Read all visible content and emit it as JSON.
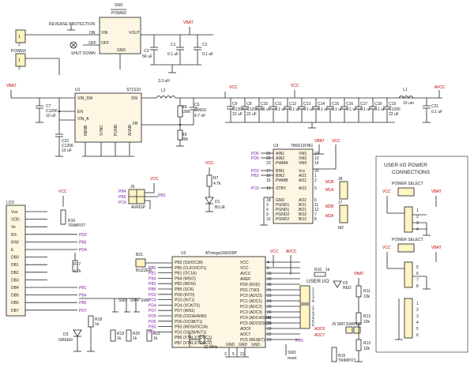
{
  "top": {
    "reverse_protection": "REVERSE PROTECTION",
    "power_connector": "POWER",
    "shut_down": "SHUT DOWN",
    "sw1": "SW1",
    "sw1_label": "POWER",
    "on": "ON",
    "off": "OFF",
    "vin": "VIN",
    "vout": "VOUT",
    "gnd": "GND",
    "vbat": "VBAT",
    "c3": "C3",
    "c3_val": "56 uF",
    "c1": "C1",
    "c1_val": "0.1 uF",
    "c2": "C2",
    "c2_val": "0.1 uF"
  },
  "regulator": {
    "name": "U1",
    "part": "ST1S10",
    "pins": [
      "VIN_SW",
      "EN",
      "VIN_A",
      "SW",
      "FB",
      "INHIB",
      "SYNC",
      "PGND",
      "AGND"
    ],
    "vbat": "VBAT",
    "c7": "C7",
    "c7_vals": [
      "C1206",
      "10 uF"
    ],
    "c22": "C22",
    "c22_vals": [
      "C1206",
      "10 uF"
    ],
    "inductor": "3.3 uH",
    "l2": "L2",
    "r8": "R8",
    "r8_val": "100k",
    "c6": "C6",
    "c6_val": "C0603",
    "c6_sub": "4.7 nF",
    "r9": "R9",
    "r9_val": "20k",
    "vcc": "VCC"
  },
  "rail": {
    "caps": [
      {
        "name": "C9",
        "vals": [
          "C1206",
          "22 uF"
        ]
      },
      {
        "name": "C8",
        "vals": [
          "C1206",
          "22 uF"
        ]
      },
      {
        "name": "C10",
        "vals": [
          "56 uF"
        ]
      },
      {
        "name": "C11",
        "vals": [
          "0.1 uF"
        ]
      },
      {
        "name": "C12",
        "vals": [
          "0.1 uF"
        ]
      },
      {
        "name": "C13",
        "vals": [
          "0.1 uF"
        ]
      },
      {
        "name": "C14",
        "vals": [
          "0.1 uF"
        ]
      },
      {
        "name": "C15",
        "vals": [
          "0.1 uF"
        ]
      },
      {
        "name": "C16",
        "vals": [
          "0.1 uF"
        ]
      },
      {
        "name": "C17",
        "vals": [
          "0.1 uF"
        ]
      },
      {
        "name": "C18",
        "vals": [
          "0.1 uF"
        ]
      },
      {
        "name": "C19",
        "vals": [
          "C1206",
          "22 uF"
        ]
      }
    ],
    "vcc": "VCC",
    "l1": "L1",
    "l1_val": "10 um",
    "avcc": "AVCC",
    "c21": "C21",
    "c21_val": "0.1 uF"
  },
  "motor_driver": {
    "name": "U3",
    "part": "TB6612FNG",
    "left_pins": [
      "AIN1",
      "AIN2",
      "PWMA",
      "BIN1",
      "BIN2",
      "PWMB",
      "STBY",
      "GND",
      "PGND1",
      "PGND1",
      "PGND2",
      "PGND2"
    ],
    "left_nums": [
      "21",
      "22",
      "23",
      "17",
      "16",
      "15",
      "19",
      "18",
      "3",
      "4",
      "9",
      "10"
    ],
    "left_nets": [
      "PD6",
      "PD5",
      "",
      "PD3",
      "PB3",
      "",
      "PC6"
    ],
    "right_pins": [
      "VM1",
      "VM2",
      "VM3",
      "Vcc",
      "AO1",
      "AO1",
      "AO2",
      "AO2",
      "BO1",
      "BO1",
      "BO2",
      "BO2"
    ],
    "right_nums": [
      "24",
      "13",
      "14",
      "20",
      "1",
      "2",
      "5",
      "6",
      "11",
      "12",
      "7",
      "8"
    ],
    "vbat": "VBAT",
    "vcc": "VCC",
    "j8": "J8",
    "j8_nets": [
      "M1B",
      "M1A"
    ],
    "j7": "J7",
    "j7_nets": [
      "M2B",
      "M2A"
    ],
    "m2": "M2"
  },
  "avrisp": {
    "name": "J9",
    "label": "AVRISP",
    "nets": [
      "PB4",
      "PB5",
      "PC6"
    ],
    "right_net": "PB3",
    "vcc": "VCC"
  },
  "led_blue": {
    "vcc": "VCC",
    "r7": "R7",
    "r7_val": "4.7k",
    "d1": "D1",
    "d1_label": "BLUE"
  },
  "lcd": {
    "name": "LCD",
    "pins": [
      "Vss",
      "VDD",
      "Vo",
      "RS",
      "R/W",
      "E",
      "DB0",
      "DB1",
      "DB2",
      "DB3",
      "DB4",
      "DB5",
      "DB6",
      "DB7"
    ],
    "nets": [
      "",
      "",
      "",
      "PD2",
      "PB0",
      "PD4",
      "",
      "",
      "",
      "",
      "PB1",
      "PB4",
      "PB5",
      "PD7"
    ],
    "vcc": "VCC",
    "r16": "R16",
    "r16_label": "TRIMPOT",
    "r17": "R17",
    "r17_val": "4.7k"
  },
  "buttons": {
    "sw3": "SW3",
    "sw4": "SW4",
    "sw5": "SW5",
    "r18": "R18",
    "r18_val": "1k",
    "r19": "R19",
    "r19_val": "1k",
    "r20": "R20",
    "r20_val": "1k",
    "r21": "R21",
    "r21_val": "1k",
    "d3": "D3",
    "d3_label": "GREEN"
  },
  "buzzer": {
    "name": "BZ1",
    "label": "BUZZER"
  },
  "mcu": {
    "name": "U2",
    "part": "ATmega168/328P",
    "left_pins": [
      "PB2 (SS/OC1B)",
      "PB0 (CLKO/ICP1)",
      "PB1 (OC1A)",
      "PB4 (MISO)",
      "PB3 (MOSI)",
      "PB5 (SCK)",
      "PD0 (INT0)",
      "PD3 (INT1)",
      "PD4 (XCK/T0)",
      "PD7 (AIN1)",
      "PD5 (OC0A/AIN0)",
      "PD6 (OC0B/T1)",
      "PB3 (MOSI/OC2A)",
      "PD2 (OC2B/INT1)",
      "PB6 (XTAL1/TOSC1)",
      "PB7 (XTAL2/TOSC2)"
    ],
    "left_nets": [
      "",
      "PB0",
      "PB1",
      "PB4",
      "PB3",
      "PB5",
      "PD2",
      "PD3",
      "PD4",
      "PD7",
      "PD5",
      "PD6",
      "PB3",
      "PD2"
    ],
    "right_pins": [
      "VCC",
      "VCC",
      "AVCC",
      "AREF",
      "PD0 (RXD)",
      "PD1 (TXD)",
      "PC0 (ADC0)",
      "PC1 (ADC1)",
      "PC2 (ADC2)",
      "PC3 (ADC3)",
      "PC4 (ADC4/SDA)",
      "PC5 (ADC5/SCL)",
      "ADC6",
      "ADC7",
      "PC6 (RESET)"
    ],
    "right_nums": [
      "4",
      "6",
      "18",
      "20",
      "30",
      "31",
      "23",
      "24",
      "25",
      "26",
      "27",
      "28",
      "19",
      "22",
      "29"
    ],
    "vcc": "VCC",
    "avcc": "AVCC",
    "bottom_pins": [
      "GND",
      "GND",
      "GND"
    ],
    "gnd_nums": [
      "3",
      "5",
      "21"
    ]
  },
  "crystal": {
    "name": "Y1",
    "val": "20 MHz"
  },
  "user_io": {
    "header": "USER I/O",
    "r10": "R10",
    "r10_val": "1k",
    "d2": "D2",
    "d2_label": "RED",
    "smt_jumper": "J5 SMTJUMPER",
    "adc6": "ADC6",
    "adc7": "ADC7",
    "pc6": "PC6",
    "sw2": "SW2",
    "sw2_label": "reset",
    "r15": "R15",
    "r15_label": "TRIMPOT",
    "vbat": "VBAT",
    "r11": "R11",
    "r11_val": "10k",
    "r12": "R12",
    "r12_val": "10k",
    "r13": "R13",
    "r13_val": "10k",
    "pin_nums_a": [
      "1",
      "2",
      "3",
      "4"
    ],
    "pin_nums_b": [
      "1",
      "2",
      "3",
      "4",
      "5",
      "6"
    ]
  },
  "power_conn": {
    "title_lines": [
      "USER I/O POWER",
      "CONNECTIONS"
    ],
    "power_select_1": "POWER SELECT",
    "power_select_2": "POWER SELECT",
    "vcc": "VCC",
    "vbat": "VBAT"
  }
}
